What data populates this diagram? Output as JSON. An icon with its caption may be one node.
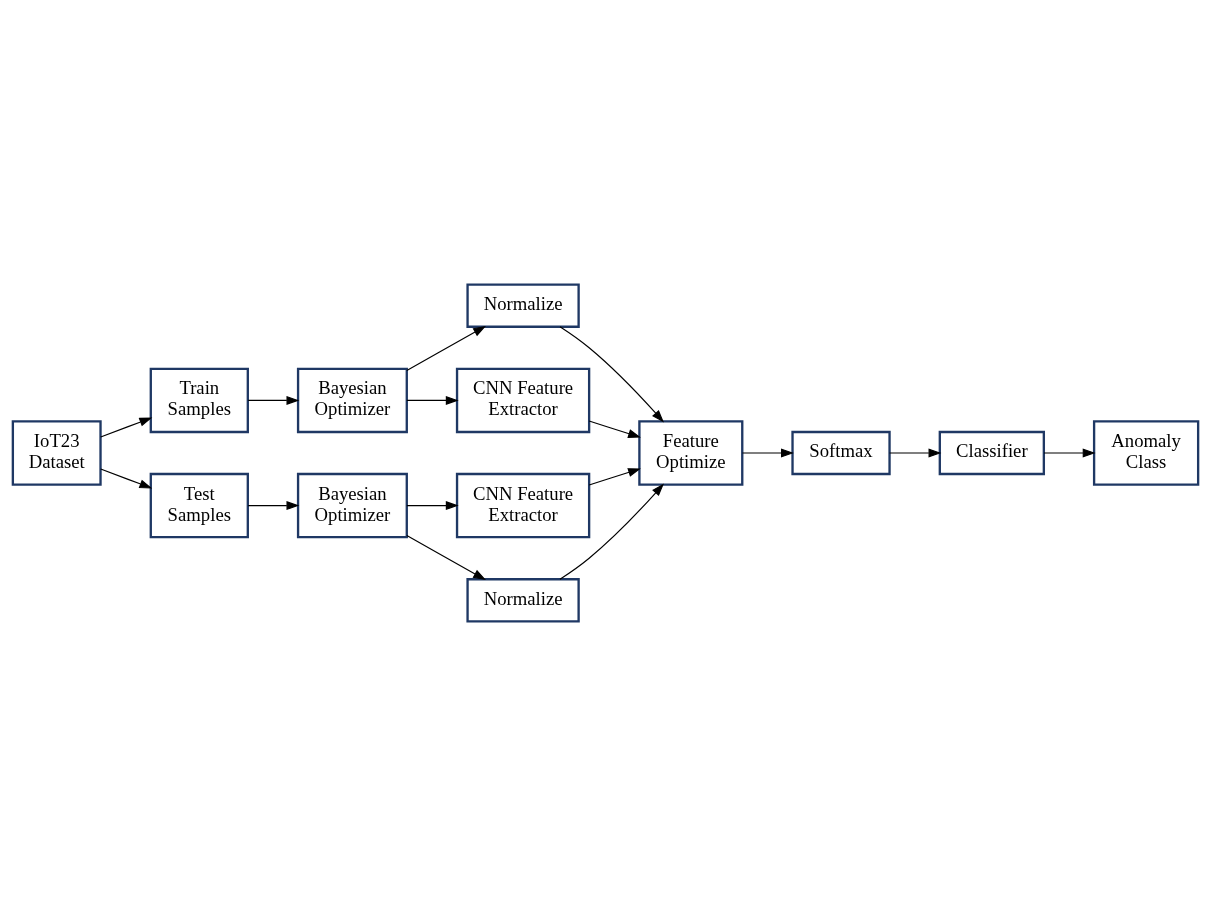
{
  "diagram": {
    "nodes": [
      {
        "text": [
          "IoT23 Dataset"
        ]
      },
      {
        "text": [
          "Train Samples"
        ]
      },
      {
        "text": [
          "Test Samples"
        ]
      },
      {
        "text": [
          "Bayesian Optimizer"
        ]
      },
      {
        "text": [
          "Normalize"
        ]
      },
      {
        "text": [
          "CNN Feature Extractor"
        ]
      },
      {
        "text": [
          "CNN Feature Extractor"
        ]
      },
      {
        "text": [
          "Feature Optimize"
        ]
      },
      {
        "text": [
          "Bayesian Optimizer"
        ]
      },
      {
        "text": [
          "Normalize"
        ]
      },
      {
        "text": [
          "Softmax"
        ]
      },
      {
        "text": [
          "Classifier"
        ]
      },
      {
        "text": [
          "Anomaly Class"
        ]
      }
    ],
    "edges": [
      {
        "from": 0,
        "to": 1,
        "arrow": "to"
      },
      {
        "from": 0,
        "to": 2,
        "arrow": "to"
      },
      {
        "from": 1,
        "to": 3,
        "arrow": "to"
      },
      {
        "from": 3,
        "to": 4,
        "arrow": "to"
      },
      {
        "from": 3,
        "to": 5,
        "arrow": "to"
      },
      {
        "from": 4,
        "to": 7,
        "arrow": "to"
      },
      {
        "from": 5,
        "to": 7,
        "arrow": "to"
      },
      {
        "from": 6,
        "to": 7,
        "arrow": "to"
      },
      {
        "from": 2,
        "to": 8,
        "arrow": "to"
      },
      {
        "from": 8,
        "to": 6,
        "arrow": "to"
      },
      {
        "from": 8,
        "to": 9,
        "arrow": "to"
      },
      {
        "from": 9,
        "to": 7,
        "arrow": "to"
      },
      {
        "from": 7,
        "to": 10,
        "arrow": "to"
      },
      {
        "from": 10,
        "to": 11,
        "arrow": "to"
      },
      {
        "from": 11,
        "to": 12,
        "arrow": "to"
      }
    ]
  }
}
